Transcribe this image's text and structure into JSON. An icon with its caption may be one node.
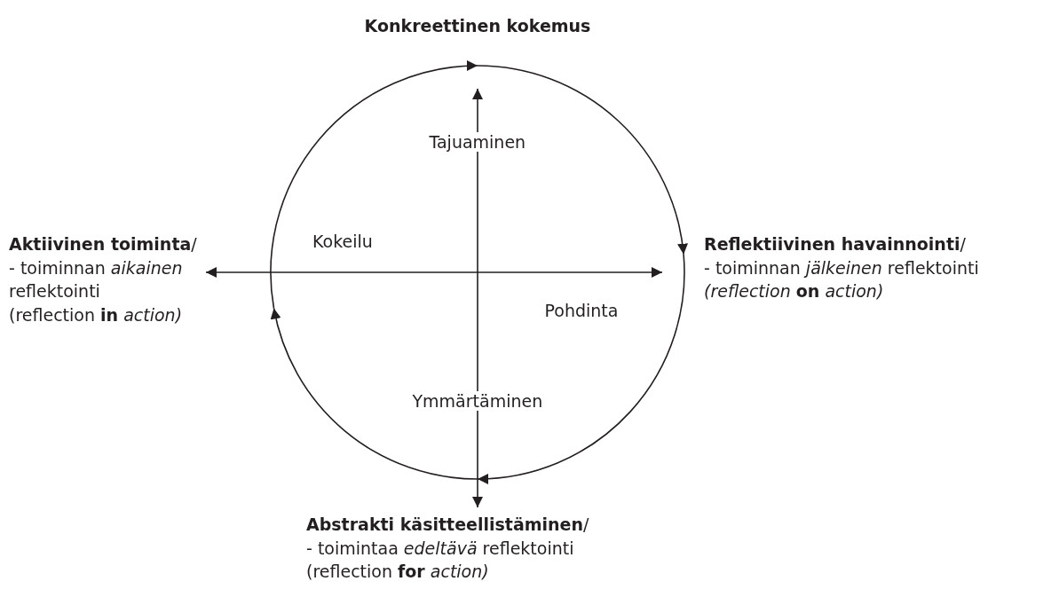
{
  "diagram": {
    "nodes": [
      {
        "text": [
          "**Konkreettinen kokemus**"
        ]
      },
      {
        "text": [
          "**Reflektiivinen havainnointi**/",
          "- toiminnan *jälkeinen* reflektointi",
          "*(reflection* **on** *action)*"
        ]
      },
      {
        "text": [
          "**Abstrakti käsitteellistäminen**/",
          "- toimintaa *edeltävä* reflektointi",
          "(reflection **for** *action)*"
        ]
      },
      {
        "text": [
          "**Aktiivinen toiminta**/",
          "- toiminnan *aikainen* reflektointi",
          "(reflection **in** *action)*"
        ]
      }
    ],
    "edges": [
      {
        "from": 0,
        "to": 1,
        "arrow": "to"
      },
      {
        "from": 1,
        "to": 2,
        "arrow": "to"
      },
      {
        "from": 2,
        "to": 3,
        "arrow": "to"
      },
      {
        "from": 3,
        "to": 0,
        "arrow": "to"
      }
    ],
    "labels": [
      "Tajuaminen",
      "Kokeilu",
      "Pohdinta",
      "Ymmärtäminen"
    ]
  }
}
